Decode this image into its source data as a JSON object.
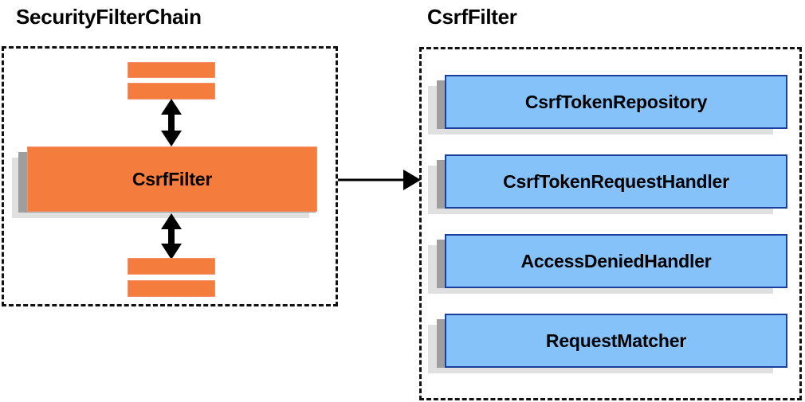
{
  "diagram": {
    "title_left": "SecurityFilterChain",
    "title_right": "CsrfFilter",
    "left_panel": {
      "main_filter": "CsrfFilter",
      "abbreviated_filters_above": [
        "",
        "",
        ""
      ],
      "abbreviated_filters_below": [
        "",
        ""
      ],
      "arrow_above_label": "",
      "arrow_below_label": ""
    },
    "right_panel": {
      "components": [
        {
          "label": "CsrfTokenRepository"
        },
        {
          "label": "CsrfTokenRequestHandler"
        },
        {
          "label": "AccessDeniedHandler"
        },
        {
          "label": "RequestMatcher"
        }
      ]
    },
    "connector": {
      "label": "",
      "direction": "left-to-right"
    },
    "colors": {
      "filter_orange": "#f47c3c",
      "filter_orange_border": "#f2906b",
      "component_blue": "#85c2fa",
      "component_blue_border": "#1b3f9e",
      "shadow_dark": "#9e9e9e",
      "shadow_light": "#e0e0e0",
      "panel_border": "#111111",
      "background": "#ffffff",
      "text": "#000000"
    }
  }
}
